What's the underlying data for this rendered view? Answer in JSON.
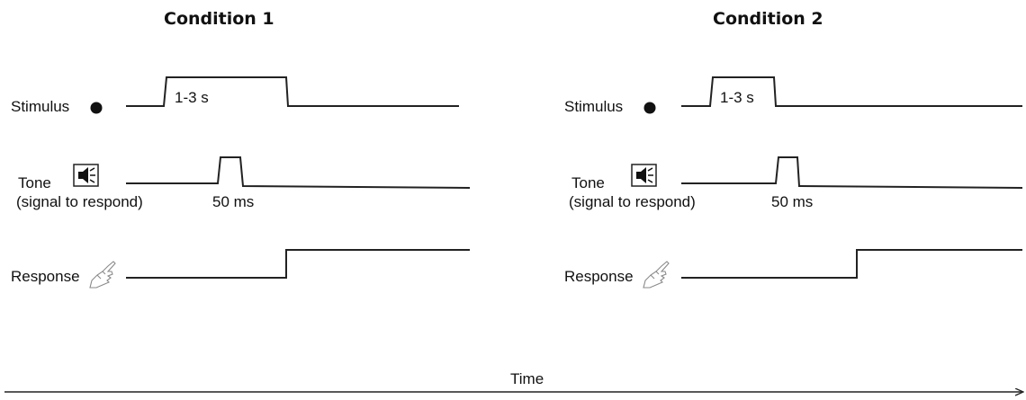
{
  "conditions": [
    {
      "title": "Condition 1",
      "rows": {
        "stimulus": {
          "label": "Stimulus",
          "duration_label": "1-3 s"
        },
        "tone": {
          "label": "Tone",
          "sublabel": "(signal to respond)",
          "duration_label": "50 ms"
        },
        "response": {
          "label": "Response"
        }
      }
    },
    {
      "title": "Condition 2",
      "rows": {
        "stimulus": {
          "label": "Stimulus",
          "duration_label": "1-3 s"
        },
        "tone": {
          "label": "Tone",
          "sublabel": "(signal to respond)",
          "duration_label": "50 ms"
        },
        "response": {
          "label": "Response"
        }
      }
    }
  ],
  "time_axis": {
    "label": "Time"
  },
  "icons": {
    "stimulus": "filled-circle-icon",
    "tone": "speaker-icon",
    "response": "pointing-hand-icon"
  }
}
